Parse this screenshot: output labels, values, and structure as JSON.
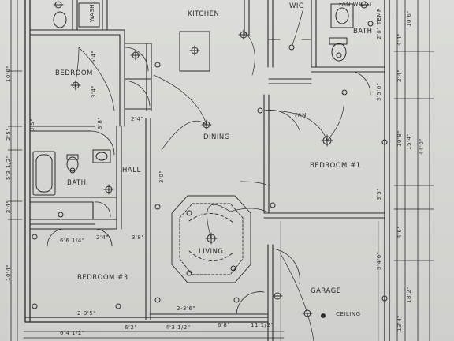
{
  "rooms": {
    "kitchen": "KITCHEN",
    "wic": "WIC",
    "bath_top": "BATH",
    "bedroom_left": "BEDROOM",
    "dining": "DINING",
    "bedroom_1": "BEDROOM #1",
    "bath_left": "BATH",
    "hall": "HALL",
    "living": "LIVING",
    "bedroom_3": "BEDROOM #3",
    "garage": "GARAGE"
  },
  "notes": {
    "fan_w_light": "FAN W/LGT",
    "wash": "WASH",
    "ceiling": "CEILING",
    "fan": "FAN",
    "temp": "2'0\" TEMP"
  },
  "dims": {
    "d_5_4": "5'4\"",
    "d_3_4": "3'4\"",
    "d_3_8": "3'8\"",
    "d_2_4_hall": "2'4\"",
    "d_2_4_bath": "2'4\"",
    "d_3_8_b": "3'8\"",
    "d_6_6": "6'6 1/4\"",
    "d_2_3_5": "2-3'5\"",
    "d_2_3_6": "2-3'6\"",
    "d_6_4": "6'4 1/2\"",
    "d_6_2": "6'2\"",
    "d_4_3": "4'3 1/2\"",
    "d_6_8": "6'8\"",
    "d_11": "11 1/2\"",
    "d_10_0": "10'0\"",
    "d_3_5": "3'5\"",
    "d_2_5": "2'5\"",
    "d_5_3": "5'3 1/2\"",
    "d_2_4_l": "2'4\"",
    "d_10_4": "10'4\"",
    "d_4_4": "4'4\"",
    "d_2_4_r": "2'4\"",
    "d_3_5_0": "3'5'0\"",
    "d_10_8": "10'8\"",
    "d_3_5_r": "3'5\"",
    "d_4_6": "4'6\"",
    "d_3_4_0": "3'4'0\"",
    "d_10_6": "10'6\"",
    "d_15_4": "15'4\"",
    "d_44_0": "44'0\"",
    "d_18_2": "18'2\"",
    "d_13_4": "13'4\"",
    "d_3_0": "3'0\""
  },
  "colors": {
    "paper": "#d8d9d4",
    "ink": "#2a2a2a"
  }
}
